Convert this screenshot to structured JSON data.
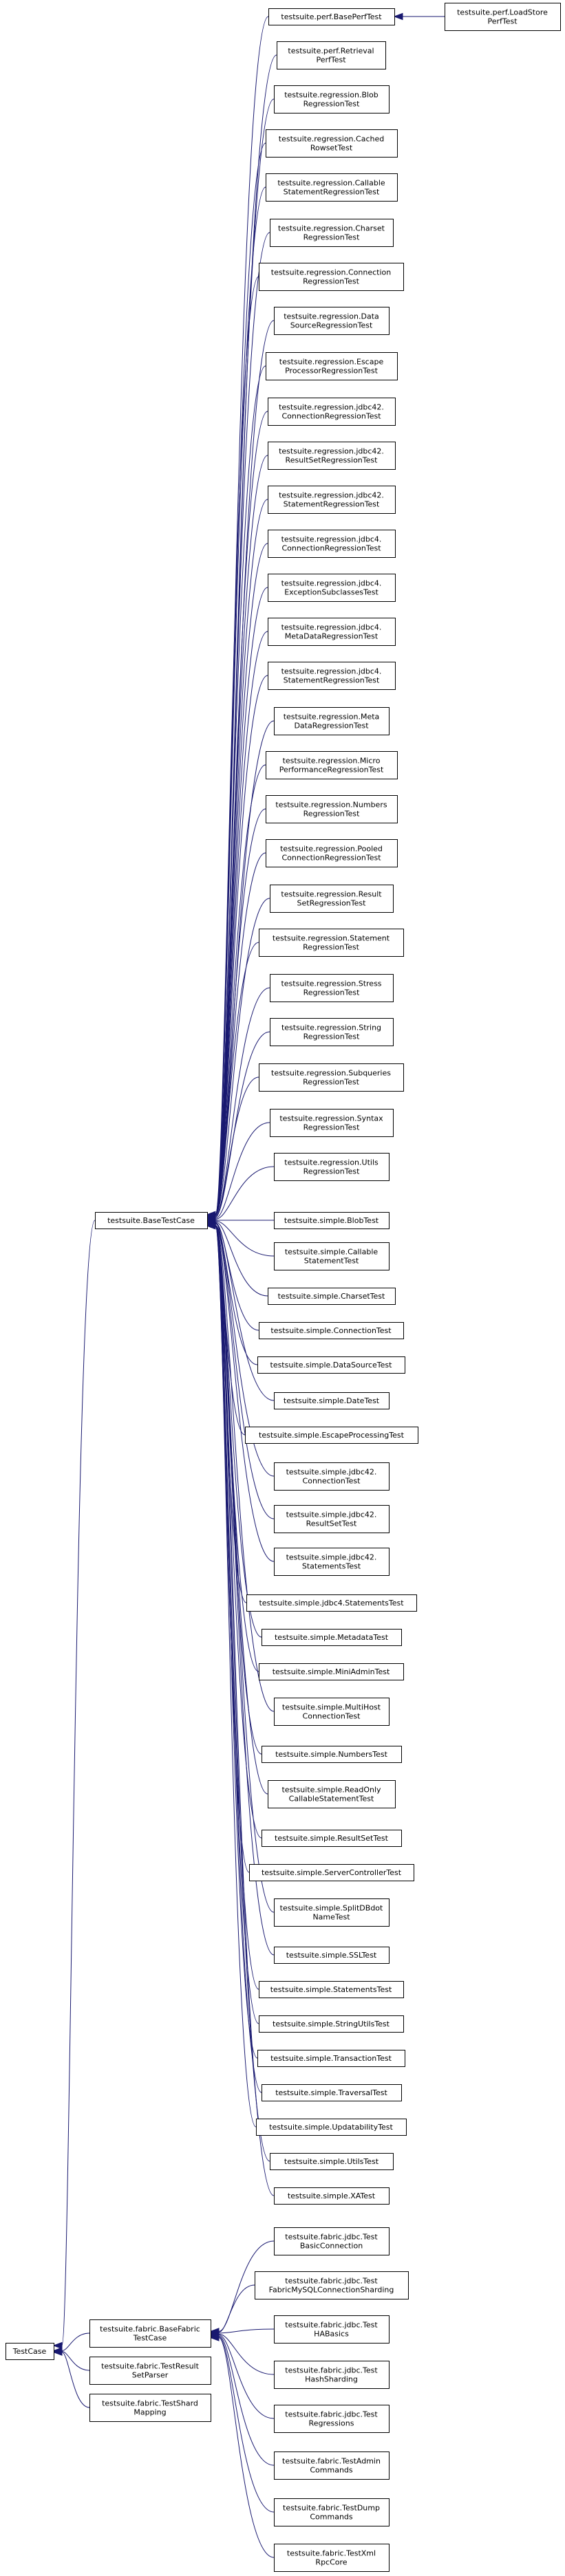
{
  "diagram": {
    "root": "TestCase",
    "classes": [
      {
        "id": "testcase",
        "lines": [
          "TestCase"
        ]
      },
      {
        "id": "basetestcase",
        "lines": [
          "testsuite.BaseTestCase"
        ]
      },
      {
        "id": "basefabric",
        "lines": [
          "testsuite.fabric.BaseFabric",
          "TestCase"
        ]
      },
      {
        "id": "resultsetparser",
        "lines": [
          "testsuite.fabric.TestResult",
          "SetParser"
        ]
      },
      {
        "id": "shardmapping",
        "lines": [
          "testsuite.fabric.TestShard",
          "Mapping"
        ]
      },
      {
        "id": "baseperftest",
        "lines": [
          "testsuite.perf.BasePerfTest"
        ]
      },
      {
        "id": "loadstore",
        "lines": [
          "testsuite.perf.LoadStore",
          "PerfTest"
        ]
      },
      {
        "id": "retrieval",
        "lines": [
          "testsuite.perf.Retrieval",
          "PerfTest"
        ]
      },
      {
        "id": "blobreg",
        "lines": [
          "testsuite.regression.Blob",
          "RegressionTest"
        ]
      },
      {
        "id": "cachedrowset",
        "lines": [
          "testsuite.regression.Cached",
          "RowsetTest"
        ]
      },
      {
        "id": "callablereg",
        "lines": [
          "testsuite.regression.Callable",
          "StatementRegressionTest"
        ]
      },
      {
        "id": "charsetreg",
        "lines": [
          "testsuite.regression.Charset",
          "RegressionTest"
        ]
      },
      {
        "id": "connectionreg",
        "lines": [
          "testsuite.regression.Connection",
          "RegressionTest"
        ]
      },
      {
        "id": "datasourcereg",
        "lines": [
          "testsuite.regression.Data",
          "SourceRegressionTest"
        ]
      },
      {
        "id": "escapereg",
        "lines": [
          "testsuite.regression.Escape",
          "ProcessorRegressionTest"
        ]
      },
      {
        "id": "jdbc42conn",
        "lines": [
          "testsuite.regression.jdbc42.",
          "ConnectionRegressionTest"
        ]
      },
      {
        "id": "jdbc42rs",
        "lines": [
          "testsuite.regression.jdbc42.",
          "ResultSetRegressionTest"
        ]
      },
      {
        "id": "jdbc42stmt",
        "lines": [
          "testsuite.regression.jdbc42.",
          "StatementRegressionTest"
        ]
      },
      {
        "id": "jdbc4conn",
        "lines": [
          "testsuite.regression.jdbc4.",
          "ConnectionRegressionTest"
        ]
      },
      {
        "id": "jdbc4exc",
        "lines": [
          "testsuite.regression.jdbc4.",
          "ExceptionSubclassesTest"
        ]
      },
      {
        "id": "jdbc4meta",
        "lines": [
          "testsuite.regression.jdbc4.",
          "MetaDataRegressionTest"
        ]
      },
      {
        "id": "jdbc4stmt",
        "lines": [
          "testsuite.regression.jdbc4.",
          "StatementRegressionTest"
        ]
      },
      {
        "id": "metadatareg",
        "lines": [
          "testsuite.regression.Meta",
          "DataRegressionTest"
        ]
      },
      {
        "id": "microperf",
        "lines": [
          "testsuite.regression.Micro",
          "PerformanceRegressionTest"
        ]
      },
      {
        "id": "numbersreg",
        "lines": [
          "testsuite.regression.Numbers",
          "RegressionTest"
        ]
      },
      {
        "id": "pooledconn",
        "lines": [
          "testsuite.regression.Pooled",
          "ConnectionRegressionTest"
        ]
      },
      {
        "id": "resultsetreg",
        "lines": [
          "testsuite.regression.Result",
          "SetRegressionTest"
        ]
      },
      {
        "id": "statementreg",
        "lines": [
          "testsuite.regression.Statement",
          "RegressionTest"
        ]
      },
      {
        "id": "stressreg",
        "lines": [
          "testsuite.regression.Stress",
          "RegressionTest"
        ]
      },
      {
        "id": "stringreg",
        "lines": [
          "testsuite.regression.String",
          "RegressionTest"
        ]
      },
      {
        "id": "subqueriesreg",
        "lines": [
          "testsuite.regression.Subqueries",
          "RegressionTest"
        ]
      },
      {
        "id": "syntaxreg",
        "lines": [
          "testsuite.regression.Syntax",
          "RegressionTest"
        ]
      },
      {
        "id": "utilsreg",
        "lines": [
          "testsuite.regression.Utils",
          "RegressionTest"
        ]
      },
      {
        "id": "simpleblob",
        "lines": [
          "testsuite.simple.BlobTest"
        ]
      },
      {
        "id": "simplecallable",
        "lines": [
          "testsuite.simple.Callable",
          "StatementTest"
        ]
      },
      {
        "id": "simplecharset",
        "lines": [
          "testsuite.simple.CharsetTest"
        ]
      },
      {
        "id": "simpleconnection",
        "lines": [
          "testsuite.simple.ConnectionTest"
        ]
      },
      {
        "id": "simpledatasource",
        "lines": [
          "testsuite.simple.DataSourceTest"
        ]
      },
      {
        "id": "simpledate",
        "lines": [
          "testsuite.simple.DateTest"
        ]
      },
      {
        "id": "simpleescape",
        "lines": [
          "testsuite.simple.EscapeProcessingTest"
        ]
      },
      {
        "id": "simplejdbc42conn",
        "lines": [
          "testsuite.simple.jdbc42.",
          "ConnectionTest"
        ]
      },
      {
        "id": "simplejdbc42rs",
        "lines": [
          "testsuite.simple.jdbc42.",
          "ResultSetTest"
        ]
      },
      {
        "id": "simplejdbc42stmts",
        "lines": [
          "testsuite.simple.jdbc42.",
          "StatementsTest"
        ]
      },
      {
        "id": "simplejdbc4stmts",
        "lines": [
          "testsuite.simple.jdbc4.StatementsTest"
        ]
      },
      {
        "id": "simplemetadata",
        "lines": [
          "testsuite.simple.MetadataTest"
        ]
      },
      {
        "id": "simpleminiadmin",
        "lines": [
          "testsuite.simple.MiniAdminTest"
        ]
      },
      {
        "id": "simplemultihost",
        "lines": [
          "testsuite.simple.MultiHost",
          "ConnectionTest"
        ]
      },
      {
        "id": "simplenumbers",
        "lines": [
          "testsuite.simple.NumbersTest"
        ]
      },
      {
        "id": "simplereadonly",
        "lines": [
          "testsuite.simple.ReadOnly",
          "CallableStatementTest"
        ]
      },
      {
        "id": "simpleresultset",
        "lines": [
          "testsuite.simple.ResultSetTest"
        ]
      },
      {
        "id": "simpleservercontroller",
        "lines": [
          "testsuite.simple.ServerControllerTest"
        ]
      },
      {
        "id": "simplesplitdb",
        "lines": [
          "testsuite.simple.SplitDBdot",
          "NameTest"
        ]
      },
      {
        "id": "simplessl",
        "lines": [
          "testsuite.simple.SSLTest"
        ]
      },
      {
        "id": "simplestatements",
        "lines": [
          "testsuite.simple.StatementsTest"
        ]
      },
      {
        "id": "simplestringutils",
        "lines": [
          "testsuite.simple.StringUtilsTest"
        ]
      },
      {
        "id": "simpletransaction",
        "lines": [
          "testsuite.simple.TransactionTest"
        ]
      },
      {
        "id": "simpletraversal",
        "lines": [
          "testsuite.simple.TraversalTest"
        ]
      },
      {
        "id": "simpleupdatability",
        "lines": [
          "testsuite.simple.UpdatabilityTest"
        ]
      },
      {
        "id": "simpleutils",
        "lines": [
          "testsuite.simple.UtilsTest"
        ]
      },
      {
        "id": "simplexa",
        "lines": [
          "testsuite.simple.XATest"
        ]
      },
      {
        "id": "fabricbasicconn",
        "lines": [
          "testsuite.fabric.jdbc.Test",
          "BasicConnection"
        ]
      },
      {
        "id": "fabricmysqlsharding",
        "lines": [
          "testsuite.fabric.jdbc.Test",
          "FabricMySQLConnectionSharding"
        ]
      },
      {
        "id": "fabricha",
        "lines": [
          "testsuite.fabric.jdbc.Test",
          "HABasics"
        ]
      },
      {
        "id": "fabrichashsharding",
        "lines": [
          "testsuite.fabric.jdbc.Test",
          "HashSharding"
        ]
      },
      {
        "id": "fabricregressions",
        "lines": [
          "testsuite.fabric.jdbc.Test",
          "Regressions"
        ]
      },
      {
        "id": "fabricadmin",
        "lines": [
          "testsuite.fabric.TestAdmin",
          "Commands"
        ]
      },
      {
        "id": "fabricdump",
        "lines": [
          "testsuite.fabric.TestDump",
          "Commands"
        ]
      },
      {
        "id": "fabricxmlrpc",
        "lines": [
          "testsuite.fabric.TestXml",
          "RpcCore"
        ]
      }
    ],
    "inheritance": [
      {
        "child": "basetestcase",
        "parent": "testcase"
      },
      {
        "child": "basefabric",
        "parent": "testcase"
      },
      {
        "child": "resultsetparser",
        "parent": "testcase"
      },
      {
        "child": "shardmapping",
        "parent": "testcase"
      },
      {
        "child": "baseperftest",
        "parent": "basetestcase"
      },
      {
        "child": "loadstore",
        "parent": "baseperftest"
      },
      {
        "child": "retrieval",
        "parent": "basetestcase"
      },
      {
        "child": "blobreg",
        "parent": "basetestcase"
      },
      {
        "child": "cachedrowset",
        "parent": "basetestcase"
      },
      {
        "child": "callablereg",
        "parent": "basetestcase"
      },
      {
        "child": "charsetreg",
        "parent": "basetestcase"
      },
      {
        "child": "connectionreg",
        "parent": "basetestcase"
      },
      {
        "child": "datasourcereg",
        "parent": "basetestcase"
      },
      {
        "child": "escapereg",
        "parent": "basetestcase"
      },
      {
        "child": "jdbc42conn",
        "parent": "basetestcase"
      },
      {
        "child": "jdbc42rs",
        "parent": "basetestcase"
      },
      {
        "child": "jdbc42stmt",
        "parent": "basetestcase"
      },
      {
        "child": "jdbc4conn",
        "parent": "basetestcase"
      },
      {
        "child": "jdbc4exc",
        "parent": "basetestcase"
      },
      {
        "child": "jdbc4meta",
        "parent": "basetestcase"
      },
      {
        "child": "jdbc4stmt",
        "parent": "basetestcase"
      },
      {
        "child": "metadatareg",
        "parent": "basetestcase"
      },
      {
        "child": "microperf",
        "parent": "basetestcase"
      },
      {
        "child": "numbersreg",
        "parent": "basetestcase"
      },
      {
        "child": "pooledconn",
        "parent": "basetestcase"
      },
      {
        "child": "resultsetreg",
        "parent": "basetestcase"
      },
      {
        "child": "statementreg",
        "parent": "basetestcase"
      },
      {
        "child": "stressreg",
        "parent": "basetestcase"
      },
      {
        "child": "stringreg",
        "parent": "basetestcase"
      },
      {
        "child": "subqueriesreg",
        "parent": "basetestcase"
      },
      {
        "child": "syntaxreg",
        "parent": "basetestcase"
      },
      {
        "child": "utilsreg",
        "parent": "basetestcase"
      },
      {
        "child": "simpleblob",
        "parent": "basetestcase"
      },
      {
        "child": "simplecallable",
        "parent": "basetestcase"
      },
      {
        "child": "simplecharset",
        "parent": "basetestcase"
      },
      {
        "child": "simpleconnection",
        "parent": "basetestcase"
      },
      {
        "child": "simpledatasource",
        "parent": "basetestcase"
      },
      {
        "child": "simpledate",
        "parent": "basetestcase"
      },
      {
        "child": "simpleescape",
        "parent": "basetestcase"
      },
      {
        "child": "simplejdbc42conn",
        "parent": "basetestcase"
      },
      {
        "child": "simplejdbc42rs",
        "parent": "basetestcase"
      },
      {
        "child": "simplejdbc42stmts",
        "parent": "basetestcase"
      },
      {
        "child": "simplejdbc4stmts",
        "parent": "basetestcase"
      },
      {
        "child": "simplemetadata",
        "parent": "basetestcase"
      },
      {
        "child": "simpleminiadmin",
        "parent": "basetestcase"
      },
      {
        "child": "simplemultihost",
        "parent": "basetestcase"
      },
      {
        "child": "simplenumbers",
        "parent": "basetestcase"
      },
      {
        "child": "simplereadonly",
        "parent": "basetestcase"
      },
      {
        "child": "simpleresultset",
        "parent": "basetestcase"
      },
      {
        "child": "simpleservercontroller",
        "parent": "basetestcase"
      },
      {
        "child": "simplesplitdb",
        "parent": "basetestcase"
      },
      {
        "child": "simplessl",
        "parent": "basetestcase"
      },
      {
        "child": "simplestatements",
        "parent": "basetestcase"
      },
      {
        "child": "simplestringutils",
        "parent": "basetestcase"
      },
      {
        "child": "simpletransaction",
        "parent": "basetestcase"
      },
      {
        "child": "simpletraversal",
        "parent": "basetestcase"
      },
      {
        "child": "simpleupdatability",
        "parent": "basetestcase"
      },
      {
        "child": "simpleutils",
        "parent": "basetestcase"
      },
      {
        "child": "simplexa",
        "parent": "basetestcase"
      },
      {
        "child": "fabricbasicconn",
        "parent": "basefabric"
      },
      {
        "child": "fabricmysqlsharding",
        "parent": "basefabric"
      },
      {
        "child": "fabricha",
        "parent": "basefabric"
      },
      {
        "child": "fabrichashsharding",
        "parent": "basefabric"
      },
      {
        "child": "fabricregressions",
        "parent": "basefabric"
      },
      {
        "child": "fabricadmin",
        "parent": "basefabric"
      },
      {
        "child": "fabricdump",
        "parent": "basefabric"
      },
      {
        "child": "fabricxmlrpc",
        "parent": "basefabric"
      }
    ],
    "colors": {
      "edge": "#191970",
      "box_border": "#000000",
      "box_fill": "#ffffff",
      "text": "#000000"
    }
  }
}
